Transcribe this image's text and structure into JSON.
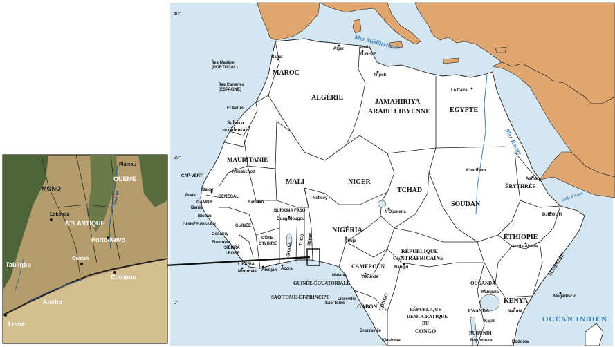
{
  "map": {
    "latitudes": {
      "lat40": "40°",
      "lat20": "20°",
      "lat0": "0°"
    },
    "seas": {
      "mediterranean": "Mer Méditerranée",
      "red_sea": "Mer Rouge",
      "gulf_aden": "Golfe d'Aden",
      "indian_ocean": "OCÉAN INDIEN"
    },
    "countries": {
      "maroc": "MAROC",
      "algerie": "ALGÉRIE",
      "libye_1": "JAMAHIRIYA",
      "libye_2": "ARABE LIBYENNE",
      "egypte": "ÉGYPTE",
      "tunisie": "TUNISIE",
      "sahara_1": "Sahara",
      "sahara_2": "occidental",
      "mauritanie": "MAURITANIE",
      "mali": "MALI",
      "niger": "NIGER",
      "tchad": "TCHAD",
      "soudan": "SOUDAN",
      "erythree": "ÉRYTHRÉE",
      "djibouti": "DJIBOUTI",
      "ethiopie": "ÉTHIOPIE",
      "somalie": "SOMALIE",
      "cap_vert": "CAP-VERT",
      "senegal": "SÉNÉGAL",
      "gambie": "GAMBIE",
      "guinee_bissau": "GUINÉE-BISSAU",
      "guinee": "GUINÉE",
      "sierra_leone_1": "SIERRA",
      "sierra_leone_2": "LEONE",
      "liberia": "LIBÉRIA",
      "cote_ivoire_1": "CÔTE-",
      "cote_ivoire_2": "D'IVOIRE",
      "burkina": "BURKINA FASO",
      "ghana": "GHANA",
      "togo": "TOGO",
      "benin": "BÉNIN",
      "nigeria": "NIGÉRIA",
      "cameroun": "CAMEROUN",
      "rca_1": "RÉPUBLIQUE",
      "rca_2": "CENTRAFRICAINE",
      "guinee_eq": "GUINÉE-ÉQUATORIALE",
      "stp": "SAO TOMÉ-ET-PRINCIPE",
      "gabon": "GABON",
      "congo": "CONGO",
      "rdc_1": "RÉPUBLIQUE",
      "rdc_2": "DÉMOCRATIQUE",
      "rdc_3": "DU",
      "rdc_4": "CONGO",
      "ouganda": "OUGANDA",
      "kenya": "KENYA",
      "rwanda": "RWANDA",
      "burundi": "BURUNDI"
    },
    "places": {
      "iles_madere": "Îles Madère",
      "portugal": "(PORTUGAL)",
      "iles_canaries": "Îles Canaries",
      "espagne": "(ESPAGNE)",
      "el_aaiun": "El Aaiún",
      "rabat": "Rabat",
      "tunis": "Tunis",
      "alger": "Alger",
      "tripoli": "Tripoli",
      "le_caire": "Le Caire",
      "nouakchott": "Nouakchott",
      "dakar": "Dakar",
      "praia": "Praia",
      "bamako": "Bamako",
      "niamey": "Niamey",
      "ouagadougou": "Ouagadougou",
      "ndjamena": "N'Djamena",
      "khartoum": "Khartoum",
      "asmara": "Asmara",
      "addis_abeba": "Addis-Abeba",
      "abuja": "Abuja",
      "yaounde": "Yaoundé",
      "bangui": "Bangui",
      "kampala": "Kampala",
      "nairobi": "Nairobi",
      "mogadiscio": "Mogadiscio",
      "kinshasa": "Kinshasa",
      "brazzaville": "Brazzaville",
      "libreville": "Libreville",
      "malabo": "Malabo",
      "sao_tome": "São Tomé",
      "kigali": "Kigali",
      "bujumbura": "Bujumbura",
      "monrovia": "Monrovia",
      "freetown": "Freetown",
      "conakry": "Conakry",
      "bissau": "Bissau",
      "banjul": "Banjul",
      "abidjan": "Abidjan",
      "accra": "Accra",
      "dodoma": "Dodoma"
    },
    "inset": {
      "mono": "MONO",
      "atlantique": "ATLANTIQUE",
      "oueme": "OUEME",
      "plateau": "Plateau",
      "lokossa": "Lokossa",
      "porto_novo": "Porto-Novo",
      "ouidah": "Ouidah",
      "cotonou": "Cotonou",
      "aneho": "Aného",
      "lome": "Lomé",
      "tabligbo": "Tabligbo",
      "ouemé_river": "Ouémé"
    },
    "colors": {
      "ocean": "#d3e6f2",
      "land": "#ffffff",
      "outside_land": "#dfa670",
      "border": "#1c1c1c",
      "inset_land": "#b59c6c",
      "inset_sea": "#d4bf90",
      "inset_dark": "#4f6338",
      "coast_line": "#1f1f1f"
    }
  }
}
